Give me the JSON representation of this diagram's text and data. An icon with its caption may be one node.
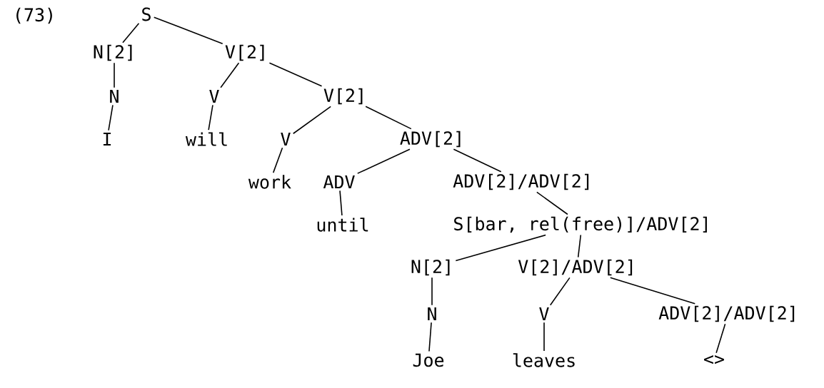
{
  "diagram": {
    "nodes": [
      {
        "text": [
          "S"
        ]
      },
      {
        "text": [
          "N[2]"
        ]
      },
      {
        "text": [
          "V[2]"
        ]
      },
      {
        "text": [
          "N"
        ]
      },
      {
        "text": [
          "V"
        ]
      },
      {
        "text": [
          "V[2]"
        ]
      },
      {
        "text": [
          "I"
        ]
      },
      {
        "text": [
          "will"
        ]
      },
      {
        "text": [
          "V"
        ]
      },
      {
        "text": [
          "ADV[2]"
        ]
      },
      {
        "text": [
          "work"
        ]
      },
      {
        "text": [
          "ADV"
        ]
      },
      {
        "text": [
          "ADV[2]/ADV[2]"
        ]
      },
      {
        "text": [
          "until"
        ]
      },
      {
        "text": [
          "S[bar, rel(free)]/ADV[2]"
        ]
      },
      {
        "text": [
          "N[2]"
        ]
      },
      {
        "text": [
          "V[2]/ADV[2]"
        ]
      },
      {
        "text": [
          "N"
        ]
      },
      {
        "text": [
          "V"
        ]
      },
      {
        "text": [
          "ADV[2]/ADV[2]"
        ]
      },
      {
        "text": [
          "Joe"
        ]
      },
      {
        "text": [
          "leaves"
        ]
      },
      {
        "text": [
          "<>"
        ]
      }
    ],
    "edges": [
      {
        "from": 0,
        "to": 1,
        "arrow": "none"
      },
      {
        "from": 0,
        "to": 2,
        "arrow": "none"
      },
      {
        "from": 1,
        "to": 3,
        "arrow": "none"
      },
      {
        "from": 2,
        "to": 4,
        "arrow": "none"
      },
      {
        "from": 2,
        "to": 5,
        "arrow": "none"
      },
      {
        "from": 3,
        "to": 6,
        "arrow": "none"
      },
      {
        "from": 4,
        "to": 7,
        "arrow": "none"
      },
      {
        "from": 5,
        "to": 8,
        "arrow": "none"
      },
      {
        "from": 5,
        "to": 9,
        "arrow": "none"
      },
      {
        "from": 8,
        "to": 10,
        "arrow": "none"
      },
      {
        "from": 9,
        "to": 11,
        "arrow": "none"
      },
      {
        "from": 9,
        "to": 12,
        "arrow": "none"
      },
      {
        "from": 11,
        "to": 13,
        "arrow": "none"
      },
      {
        "from": 12,
        "to": 14,
        "arrow": "none"
      },
      {
        "from": 14,
        "to": 15,
        "arrow": "none"
      },
      {
        "from": 14,
        "to": 16,
        "arrow": "none"
      },
      {
        "from": 15,
        "to": 17,
        "arrow": "none"
      },
      {
        "from": 16,
        "to": 18,
        "arrow": "none"
      },
      {
        "from": 16,
        "to": 19,
        "arrow": "none"
      },
      {
        "from": 17,
        "to": 20,
        "arrow": "none"
      },
      {
        "from": 18,
        "to": 21,
        "arrow": "none"
      },
      {
        "from": 19,
        "to": 22,
        "arrow": "none"
      }
    ],
    "labels": [
      "(73)"
    ]
  }
}
